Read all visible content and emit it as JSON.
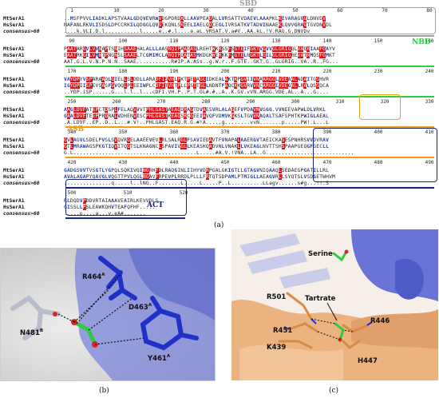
{
  "panel_a": {
    "domain_labels": {
      "sbd": "SBD",
      "nbd": "NBD",
      "asb": "ASB",
      "act": "ACT"
    },
    "colors": {
      "sbd": "#9e9e9e",
      "nbd": "#2ecc40",
      "asb": "#f39c12",
      "act": "#1a237e",
      "conserved_bg": "#e0141a"
    },
    "blocks": [
      {
        "ruler": [
          "1",
          "10",
          "20",
          "30",
          "40",
          "50",
          "60",
          "70",
          "80"
        ],
        "rows": [
          {
            "name": "MtSerA1",
            "seq": "..MSFPVVLIADKLAPSTVAALGDQVEVRWVDGPDRDKLLAAVPEADALLVRSATTVDAEVLAAAPKLKIVARAGVGLDNVDV"
          },
          {
            "name": "HsSerA1",
            "seq": "MAFANLRKVLISDSLDPCCRKILQDGGLQVVEKQNLSKEELIAELQDCEGLIVRSATKVTADVINAAEKLQVVGRAGTGVDNVDL"
          },
          {
            "name": "consensus>60",
            "seq": "....k.VLI.D.l...........l.....e..#.l....a.aL.VRSAT.V.a#V..AA.kL.!V.RAG.G.DNVDv"
          }
        ]
      },
      {
        "ruler": [
          "90",
          "100",
          "110",
          "120",
          "130",
          "140",
          "150",
          "160"
        ],
        "rows": [
          {
            "name": "MtSerA1",
            "seq": "PAATARGVLVVNAPTSNIHSAAEHALALLLAASRQIPAADASLREHTWKRSSFSGTEIFGKTVGVVGLGRIGQLVAQRIAAFGAYV"
          },
          {
            "name": "HsSerA1",
            "seq": "EAATRKGILVMNTPNGNSLSAAELTCGMIMCLARQIPQATASMKDGKWERKKFMGTELNGKTLGILGLGRIGREVATRMQSFGMKT"
          },
          {
            "name": "consensus>60",
            "seq": "AAT.G.L.V.N.P.N.N..SAAE...........R#IP.A.ASs..g.W.r..F.GTE..GKT.G..GLGRIG..VA..R..FG..."
          }
        ]
      },
      {
        "ruler": [
          "170",
          "180",
          "190",
          "200",
          "210",
          "220",
          "230",
          "240"
        ],
        "rows": [
          {
            "name": "MtSerA1",
            "seq": "VAYDPYVSPARAAQLGIELLSLDDLLARADFISVHLPKTPETAGLIDKEALAKTKPGVIIVNAARGGLVDEAALADAITGGHVR"
          },
          {
            "name": "HsSerA1",
            "seq": "IGYDPIISPEVSASFGVQQLPLEEIWPLCDFITVHTPLLPSTTGLLNDNTFAQCKKGVRVVNCARGGIVDEGALLRALQSGQCA"
          },
          {
            "name": "consensus>60",
            "seq": "..YDP.iSP......G...l.l..l...cDFI.VH.P..P.T.GL#.#..A..K.GV.vVN.ARGG.VDE.AL..A...G...."
          }
        ]
      },
      {
        "ruler": [
          "250",
          "260",
          "270",
          "280",
          "290",
          "300",
          "310",
          "320",
          "330"
        ],
        "rows": [
          {
            "name": "MtSerA1",
            "seq": "AAGLDVFATEPCTDSPLFELAQVVVTPHLGASTAEAQDRAGTDVAESVRLALAGEFVPDAVNVGGG.VVNEEVAPWLDLVRKL"
          },
          {
            "name": "HsSerA1",
            "seq": "GAALDVFTEEPPRDRALVDHENVISCPHLGASTKEAQSRCGEEIAVQFVDMVKGKSLTGVVNAQALTSAFSPHTKPWIGLAEAL"
          },
          {
            "name": "consensus>60",
            "seq": ".A.LDVF..EP..D..L...#.V!..PHLGAST.EAQ.R.G.#!A.....g........vvN.......p.....PW!.L...L"
          }
        ]
      },
      {
        "ruler": [
          "340",
          "350",
          "360",
          "370",
          "380",
          "390",
          "400",
          "410"
        ],
        "rows": [
          {
            "name": "MtSerA1",
            "seq": "GVLAGVLSDELPVSLSVQVRGELAAEEVEVLRLSALRGLFSAVIEDAVTFVNAPALAAERGVTAEICKASESPNHRSVVDVRAV"
          },
          {
            "name": "HsSerA1",
            "seq": "GTLMRAWAGSPKGTIQVITQGTSLKNAGNCLSPAVIVGLLKEASKQADVNLVNAKLLVKEAGLNVTTSHSPAAPGEQGFGECLL"
          },
          {
            "name": "consensus>60",
            "seq": "G.L.......................................L.....#A.V.!VNA..LA..G.............................."
          }
        ]
      },
      {
        "ruler": [
          "420",
          "430",
          "440",
          "450",
          "460",
          "470",
          "480",
          "490"
        ],
        "rows": [
          {
            "name": "MtSerA1",
            "seq": "GADGSVVTVSGTLYGPQLSQKIVQINGRHFDLRAQGINLIIHYVDRPGALGKIGTLLGTAGVNIQAAQLSEDAEGPGATILLRL"
          },
          {
            "name": "HsSerA1",
            "seq": "AVALAGAPYQAVGLVQGTTPVLQGLNGAVFRPEVPLRRDLPLLLFRTQTSDPAMLPTMIGLLAEAGVRLLSYQTSLVSDGETWHVM"
          },
          {
            "name": "consensus>60",
            "seq": "...............q.....l..lNG..F.......L.....L.....P..L..........LLagv......s#g...!!.S"
          }
        ]
      },
      {
        "ruler": [
          "500",
          "510",
          "520"
        ],
        "rows": [
          {
            "name": "MtSerA1",
            "seq": "RLDQDVPDDVRTAIAAAVEAIRLKEVVDLS"
          },
          {
            "name": "HsSerA1",
            "seq": "GISSLLPSLEAWKQHVTEAFQFHF....."
          },
          {
            "name": "consensus>60",
            "seq": ".....p....a...v.eA#......."
          }
        ]
      }
    ],
    "caption": "(a)"
  },
  "panel_b": {
    "labels": {
      "r464": "R464",
      "r464_sup": "A",
      "d463": "D463",
      "d463_sup": "A",
      "n481": "N481",
      "n481_sup": "B",
      "y461": "Y461",
      "y461_sup": "A"
    },
    "caption": "(b)"
  },
  "panel_c": {
    "labels": {
      "serine": "Serine",
      "tartrate": "Tartrate",
      "r501": "R501",
      "r451": "R451",
      "k439": "K439",
      "r446": "R446",
      "h447": "H447"
    },
    "caption": "(c)"
  }
}
